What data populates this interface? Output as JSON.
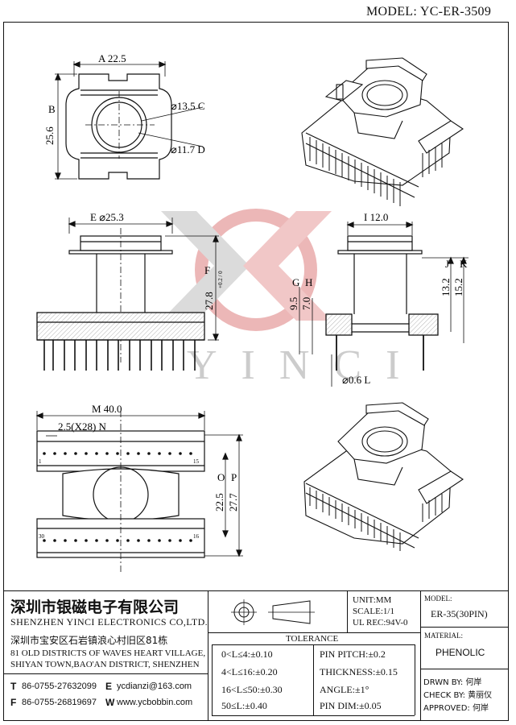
{
  "header": {
    "model_title": "MODEL: YC-ER-3509"
  },
  "watermark": {
    "text": "YINCI",
    "color_red": "#e58a8a",
    "color_grey": "#c9c9c9"
  },
  "top_view": {
    "dim_a": "A 22.5",
    "dim_b": "B",
    "dim_b_value": "25.6",
    "dim_c": "⌀13.5 C",
    "dim_d": "⌀11.7 D"
  },
  "front_view": {
    "dim_e": "E ⌀25.3",
    "dim_f": "F",
    "dim_f_value": "27.8",
    "dim_f_tol": "+0.2 / 0"
  },
  "side_view": {
    "dim_i": "I 12.0",
    "dim_g": "G",
    "dim_h": "H",
    "dim_j": "J",
    "dim_k": "K",
    "dim_g_value": "9.5",
    "dim_h_value": "7.0",
    "dim_j_value": "13.2",
    "dim_k_value": "15.2",
    "dim_l": "⌀0.6 L"
  },
  "bottom_view": {
    "dim_m": "M 40.0",
    "dim_n": "2.5(X28) N",
    "dim_o": "O",
    "dim_p": "P",
    "dim_o_value": "22.5",
    "dim_p_value": "27.7",
    "pin_1": "1",
    "pin_15": "15",
    "pin_30": "30",
    "pin_16": "16"
  },
  "title_block": {
    "company_cn": "深圳市银磁电子有限公司",
    "company_en": "SHENZHEN YINCI ELECTRONICS CO,LTD.",
    "address_cn": "深圳市宝安区石岩镇浪心村旧区81栋",
    "address_en_1": "81 OLD DISTRICTS OF WAVES HEART VILLAGE,",
    "address_en_2": "SHIYAN TOWN,BAO'AN DISTRICT, SHENZHEN",
    "tel_label": "T",
    "tel": "86-0755-27632099",
    "email_label": "E",
    "email": "ycdianzi@163.com",
    "fax_label": "F",
    "fax": "86-0755-26819697",
    "web_label": "W",
    "web": "www.ycbobbin.com",
    "unit": "UNIT:MM",
    "scale": "SCALE:1/1",
    "ul_rec": "UL REC:94V-0",
    "tolerance_title": "TOLERANCE",
    "tol_rows": [
      "0<L≤4:±0.10",
      "4<L≤16:±0.20",
      "16<L≤50:±0.30",
      "50≤L:±0.40"
    ],
    "tol_right_rows": [
      "PIN PITCH:±0.2",
      "THICKNESS:±0.15",
      "ANGLE:±1°",
      "PIN DIM:±0.05"
    ],
    "model_label": "MODEL:",
    "model_value": "ER-35(30PIN)",
    "material_label": "MATERIAL:",
    "material_value": "PHENOLIC",
    "drawn_by": "DRWN BY: 何岸",
    "check_by": "CHECK BY: 黄丽仪",
    "approved": "APPROVED: 何岸"
  }
}
